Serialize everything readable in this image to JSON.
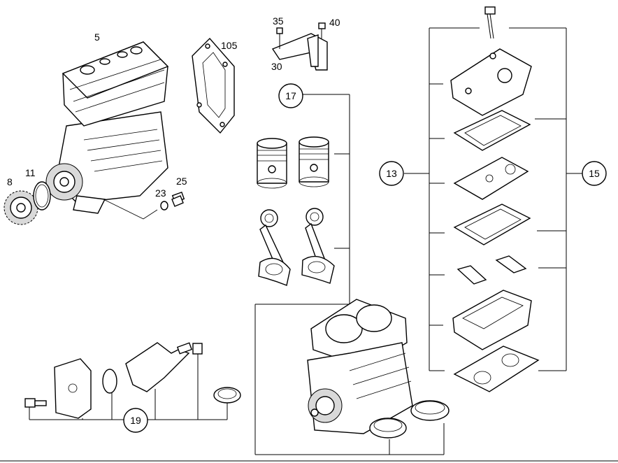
{
  "labels": {
    "l5": "5",
    "l8": "8",
    "l11": "11",
    "l23": "23",
    "l25": "25",
    "l35": "35",
    "l40": "40",
    "l30": "30",
    "l105": "105",
    "l17": "17",
    "l13": "13",
    "l15": "15",
    "l19": "19"
  }
}
